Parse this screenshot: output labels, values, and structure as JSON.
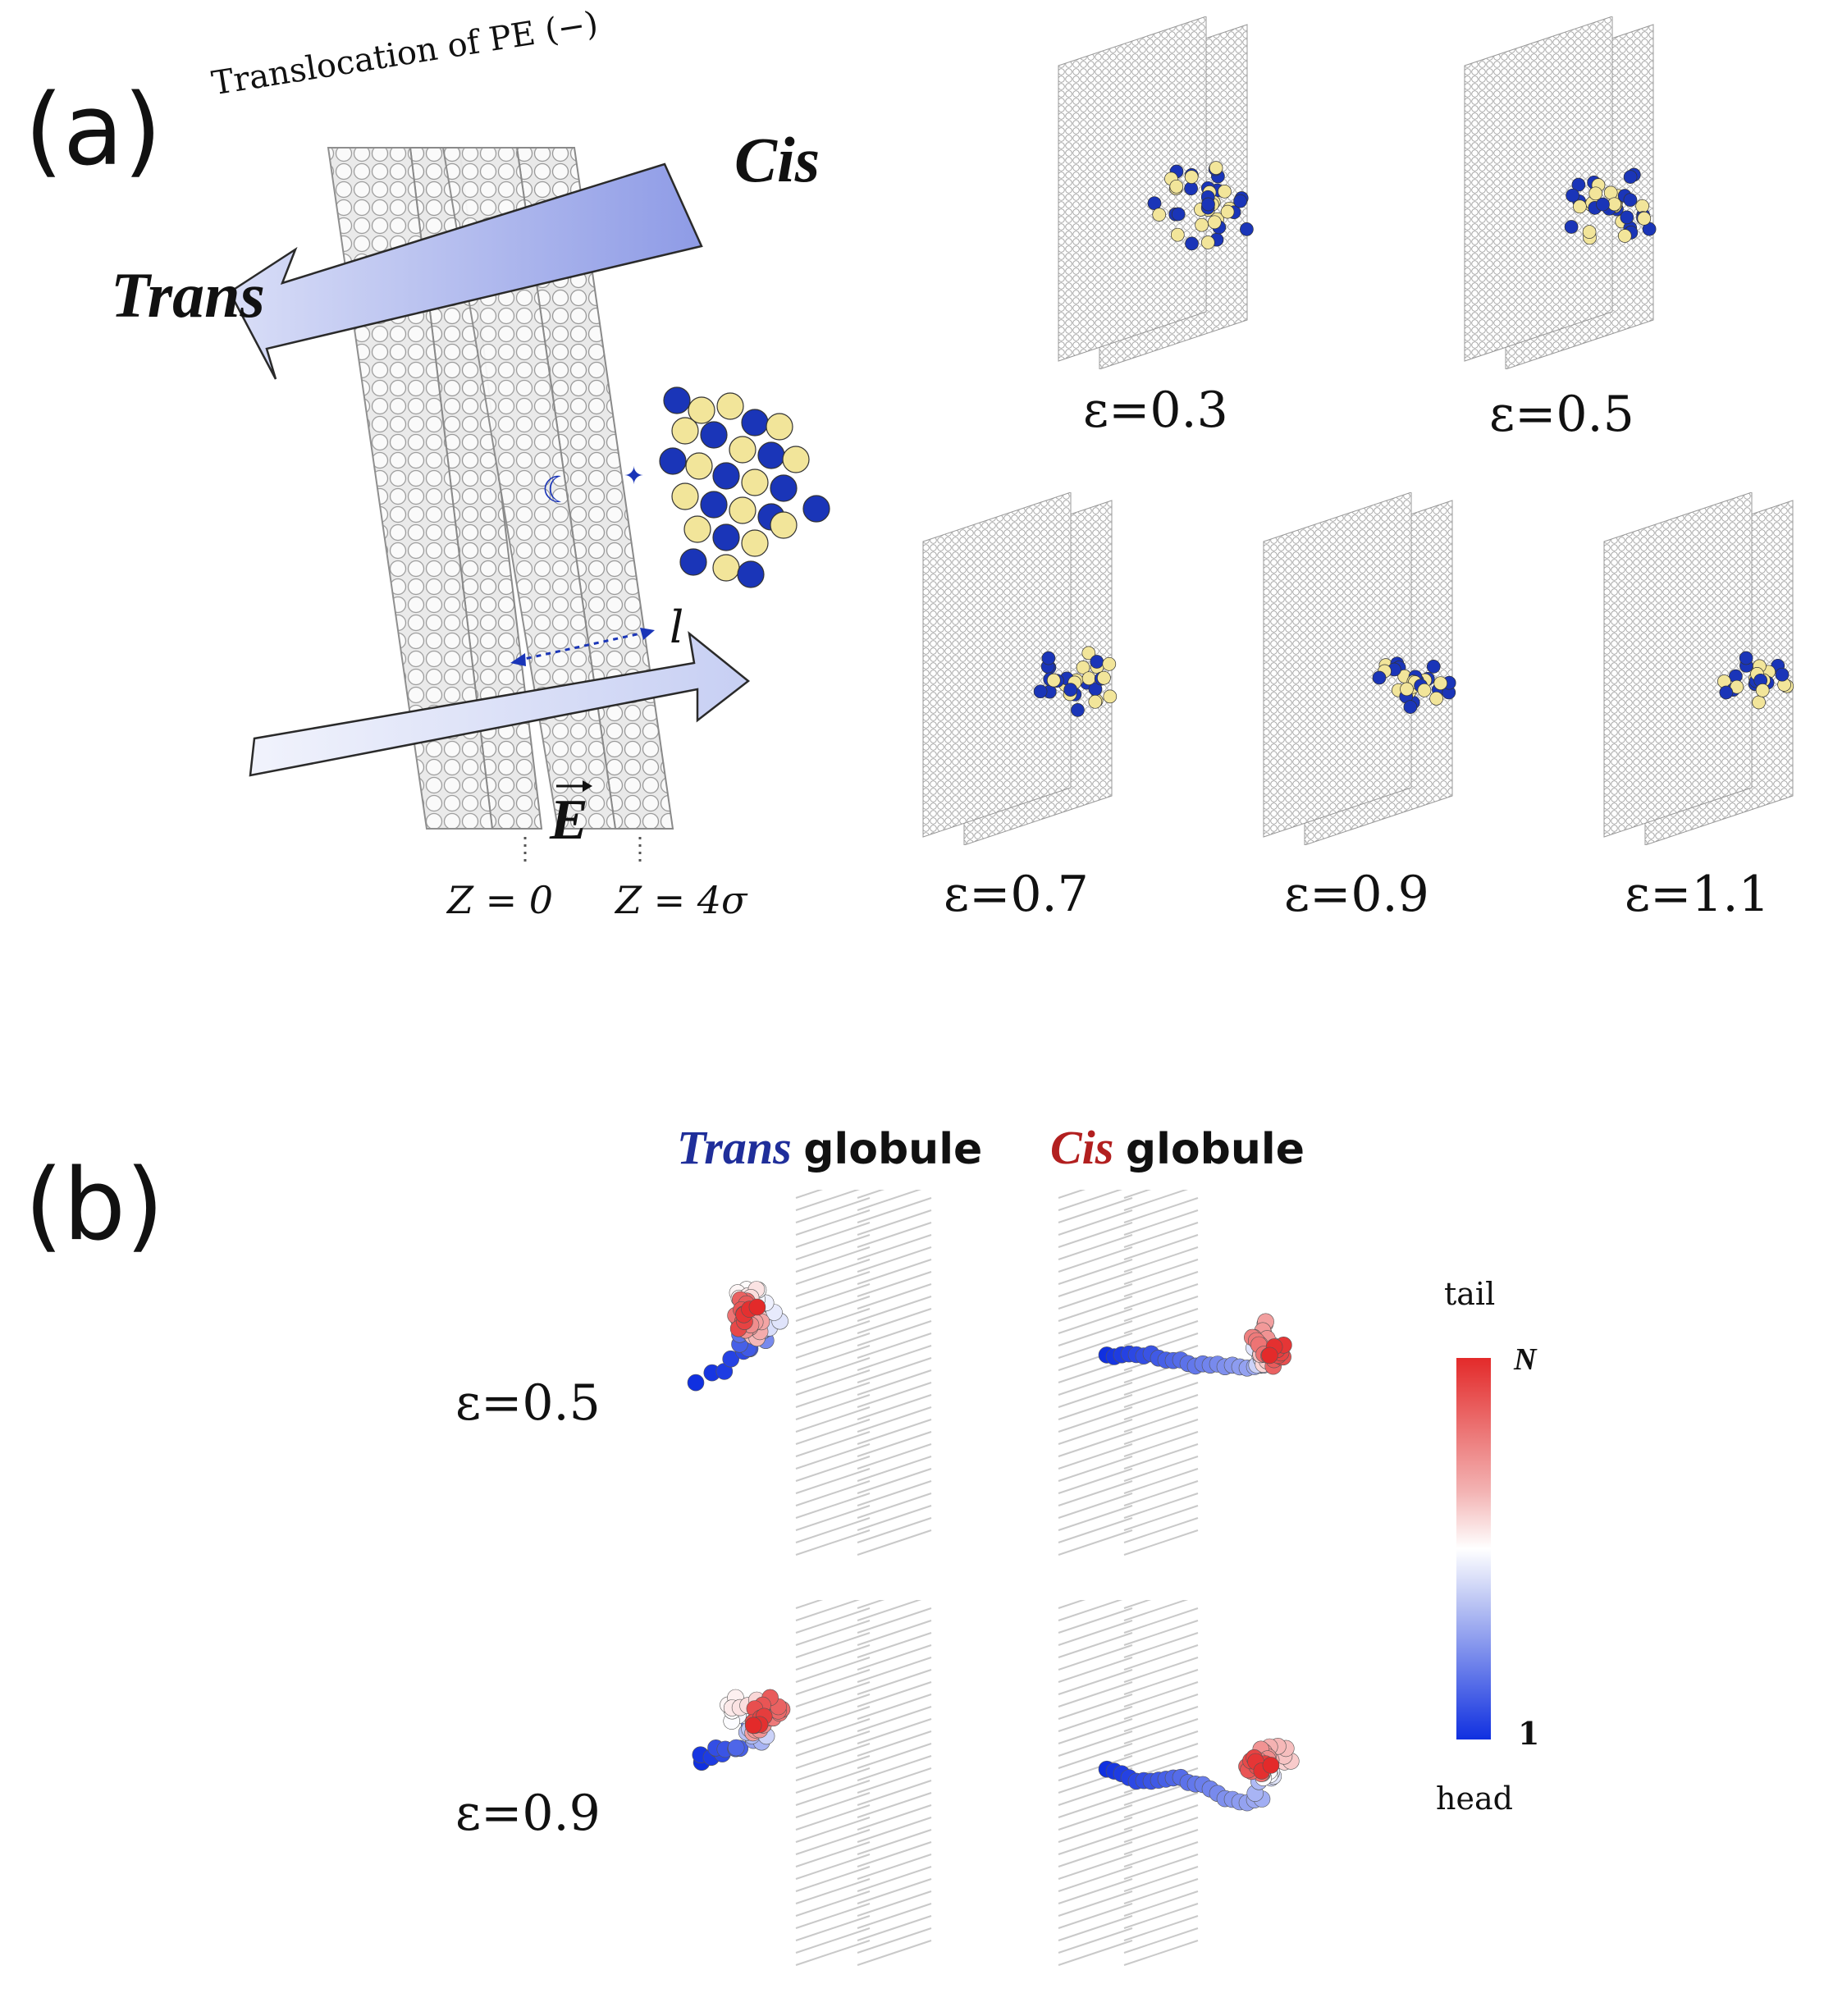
{
  "panel_a": {
    "label": "(a)",
    "translocation_label": "Translocation of PE (−)",
    "cis_label": "Cis",
    "trans_label": "Trans",
    "length_label": "l",
    "field_label": "E",
    "z0_label": "Z = 0",
    "z4_label": "Z = 4σ",
    "snapshots": [
      {
        "label": "ε=0.3"
      },
      {
        "label": "ε=0.5"
      },
      {
        "label": "ε=0.7"
      },
      {
        "label": "ε=0.9"
      },
      {
        "label": "ε=1.1"
      }
    ]
  },
  "panel_b": {
    "label": "(b)",
    "trans_header_word": "Trans",
    "cis_header_word": "Cis",
    "globule_word": "globule",
    "rows": [
      {
        "label": "ε=0.5"
      },
      {
        "label": "ε=0.9"
      }
    ],
    "colorbar": {
      "top_label": "tail",
      "max_label": "N",
      "min_label": "1",
      "bottom_label": "head"
    }
  },
  "colors": {
    "bead_blue": "#1a35b8",
    "bead_yellow": "#f2e59a",
    "arrow_fill": "#aab4ee",
    "cis_red": "#b21f1f",
    "trans_blue": "#1f2e9a"
  }
}
